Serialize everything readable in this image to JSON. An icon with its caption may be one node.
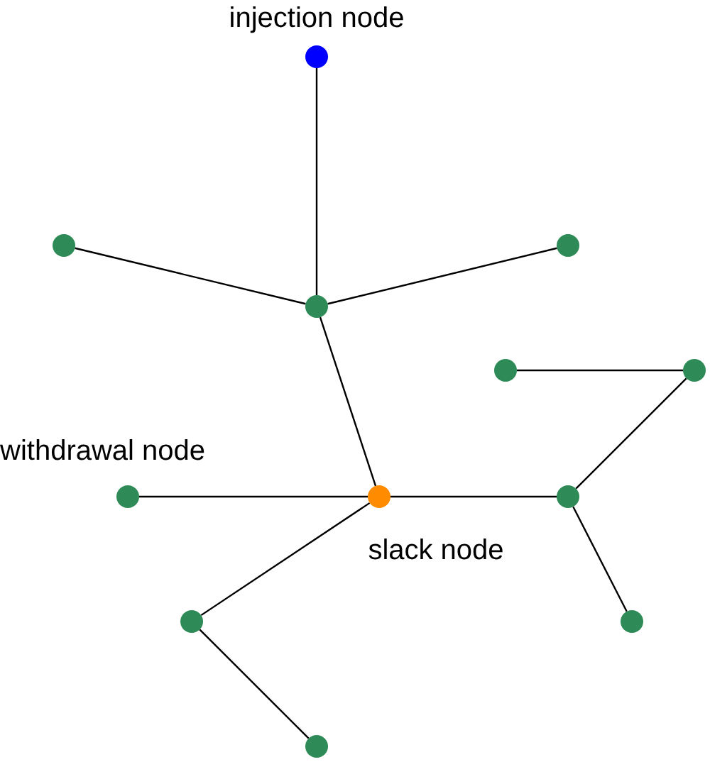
{
  "diagram": {
    "nodes": [
      {
        "text": [],
        "shape": "circle",
        "beside": [
          "injection node"
        ]
      },
      {
        "text": [],
        "shape": "circle"
      },
      {
        "text": [],
        "shape": "circle"
      },
      {
        "text": [],
        "shape": "circle"
      },
      {
        "text": [],
        "shape": "circle"
      },
      {
        "text": [],
        "shape": "circle"
      },
      {
        "text": [],
        "shape": "circle",
        "beside": [
          "withdrawal node"
        ]
      },
      {
        "text": [],
        "shape": "circle",
        "beside": [
          "slack node"
        ]
      },
      {
        "text": [],
        "shape": "circle"
      },
      {
        "text": [],
        "shape": "circle"
      },
      {
        "text": [],
        "shape": "circle"
      },
      {
        "text": [],
        "shape": "circle"
      }
    ],
    "edges": [
      {
        "from": 0,
        "to": 3,
        "arrow": "none"
      },
      {
        "from": 1,
        "to": 3,
        "arrow": "none"
      },
      {
        "from": 2,
        "to": 3,
        "arrow": "none"
      },
      {
        "from": 3,
        "to": 7,
        "arrow": "none"
      },
      {
        "from": 6,
        "to": 7,
        "arrow": "none"
      },
      {
        "from": 7,
        "to": 8,
        "arrow": "none"
      },
      {
        "from": 8,
        "to": 5,
        "arrow": "none"
      },
      {
        "from": 5,
        "to": 4,
        "arrow": "none"
      },
      {
        "from": 8,
        "to": 10,
        "arrow": "none"
      },
      {
        "from": 7,
        "to": 9,
        "arrow": "none"
      },
      {
        "from": 9,
        "to": 11,
        "arrow": "none"
      }
    ]
  }
}
